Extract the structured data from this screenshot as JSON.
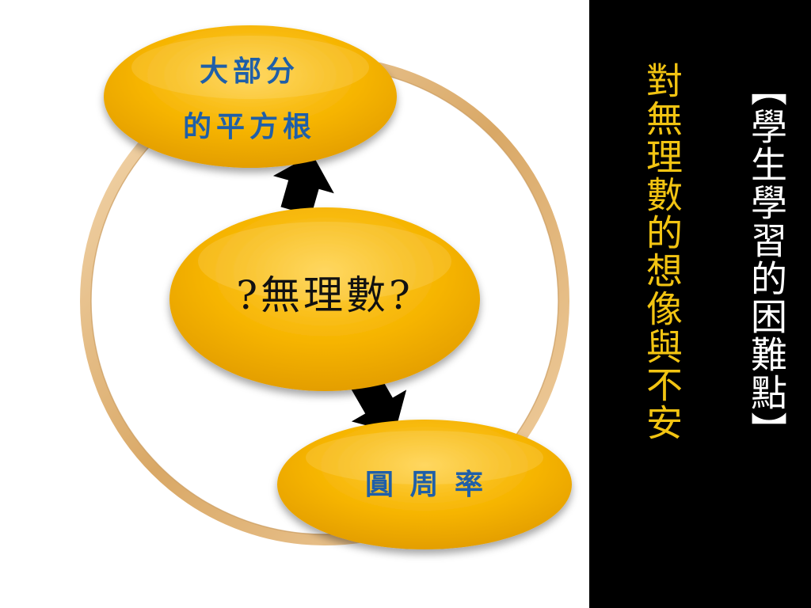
{
  "diagram": {
    "top_node": {
      "line1": "大部分",
      "line2": "的平方根"
    },
    "center_node": {
      "label": "?無理數?"
    },
    "bottom_node": {
      "label": "圓 周 率"
    }
  },
  "side_panel": {
    "main_title": "【學生學習的困難點】",
    "sub_title": "對無理數的想像與不安"
  },
  "colors": {
    "ellipse_gold": "#f5b800",
    "ring": "#e0b47a",
    "label_blue": "#1f5fa8",
    "panel_bg": "#000000",
    "sub_title": "#f2c412",
    "main_title": "#ffffff"
  }
}
